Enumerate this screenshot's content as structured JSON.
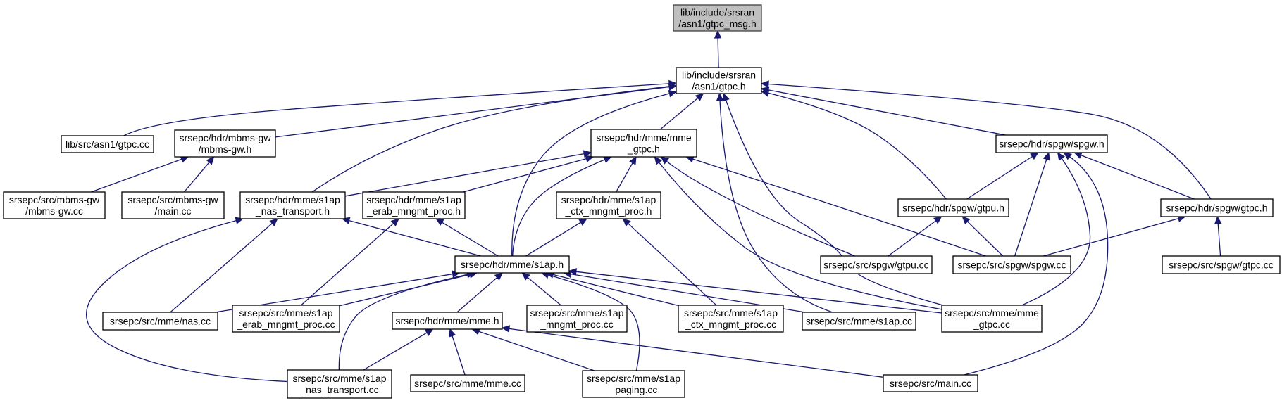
{
  "graph": {
    "colors": {
      "edge": "#191970",
      "node_border": "#000000",
      "root_fill": "#bfbfbf",
      "node_fill": "#ffffff"
    },
    "nodes": {
      "gtpc_msg_h": {
        "lines": [
          "lib/include/srsran",
          "/asn1/gtpc_msg.h"
        ],
        "root": true
      },
      "gtpc_h": {
        "lines": [
          "lib/include/srsran",
          "/asn1/gtpc.h"
        ]
      },
      "asn1_gtpc_cc": {
        "lines": [
          "lib/src/asn1/gtpc.cc"
        ]
      },
      "mbmsgw_h": {
        "lines": [
          "srsepc/hdr/mbms-gw",
          "/mbms-gw.h"
        ]
      },
      "mme_gtpc_h": {
        "lines": [
          "srsepc/hdr/mme/mme",
          "_gtpc.h"
        ]
      },
      "spgw_h": {
        "lines": [
          "srsepc/hdr/spgw/spgw.h"
        ]
      },
      "mbmsgw_cc": {
        "lines": [
          "srsepc/src/mbms-gw",
          "/mbms-gw.cc"
        ]
      },
      "mbms_main_cc": {
        "lines": [
          "srsepc/src/mbms-gw",
          "/main.cc"
        ]
      },
      "nas_tr_h": {
        "lines": [
          "srsepc/hdr/mme/s1ap",
          "_nas_transport.h"
        ]
      },
      "erab_h": {
        "lines": [
          "srsepc/hdr/mme/s1ap",
          "_erab_mngmt_proc.h"
        ]
      },
      "ctx_h": {
        "lines": [
          "srsepc/hdr/mme/s1ap",
          "_ctx_mngmt_proc.h"
        ]
      },
      "gtpu_h": {
        "lines": [
          "srsepc/hdr/spgw/gtpu.h"
        ]
      },
      "spgw_gtpc_h": {
        "lines": [
          "srsepc/hdr/spgw/gtpc.h"
        ]
      },
      "s1ap_h": {
        "lines": [
          "srsepc/hdr/mme/s1ap.h"
        ]
      },
      "gtpu_cc": {
        "lines": [
          "srsepc/src/spgw/gtpu.cc"
        ]
      },
      "spgw_cc": {
        "lines": [
          "srsepc/src/spgw/spgw.cc"
        ]
      },
      "spgw_gtpc_cc": {
        "lines": [
          "srsepc/src/spgw/gtpc.cc"
        ]
      },
      "nas_cc": {
        "lines": [
          "srsepc/src/mme/nas.cc"
        ]
      },
      "erab_cc": {
        "lines": [
          "srsepc/src/mme/s1ap",
          "_erab_mngmt_proc.cc"
        ]
      },
      "mme_h": {
        "lines": [
          "srsepc/hdr/mme/mme.h"
        ]
      },
      "mngmt_cc": {
        "lines": [
          "srsepc/src/mme/s1ap",
          "_mngmt_proc.cc"
        ]
      },
      "ctx_cc": {
        "lines": [
          "srsepc/src/mme/s1ap",
          "_ctx_mngmt_proc.cc"
        ]
      },
      "s1ap_cc": {
        "lines": [
          "srsepc/src/mme/s1ap.cc"
        ]
      },
      "mme_gtpc_cc": {
        "lines": [
          "srsepc/src/mme/mme",
          "_gtpc.cc"
        ]
      },
      "nas_tr_cc": {
        "lines": [
          "srsepc/src/mme/s1ap",
          "_nas_transport.cc"
        ]
      },
      "mme_cc": {
        "lines": [
          "srsepc/src/mme/mme.cc"
        ]
      },
      "paging_cc": {
        "lines": [
          "srsepc/src/mme/s1ap",
          "_paging.cc"
        ]
      },
      "main_cc": {
        "lines": [
          "srsepc/src/main.cc"
        ]
      }
    }
  }
}
